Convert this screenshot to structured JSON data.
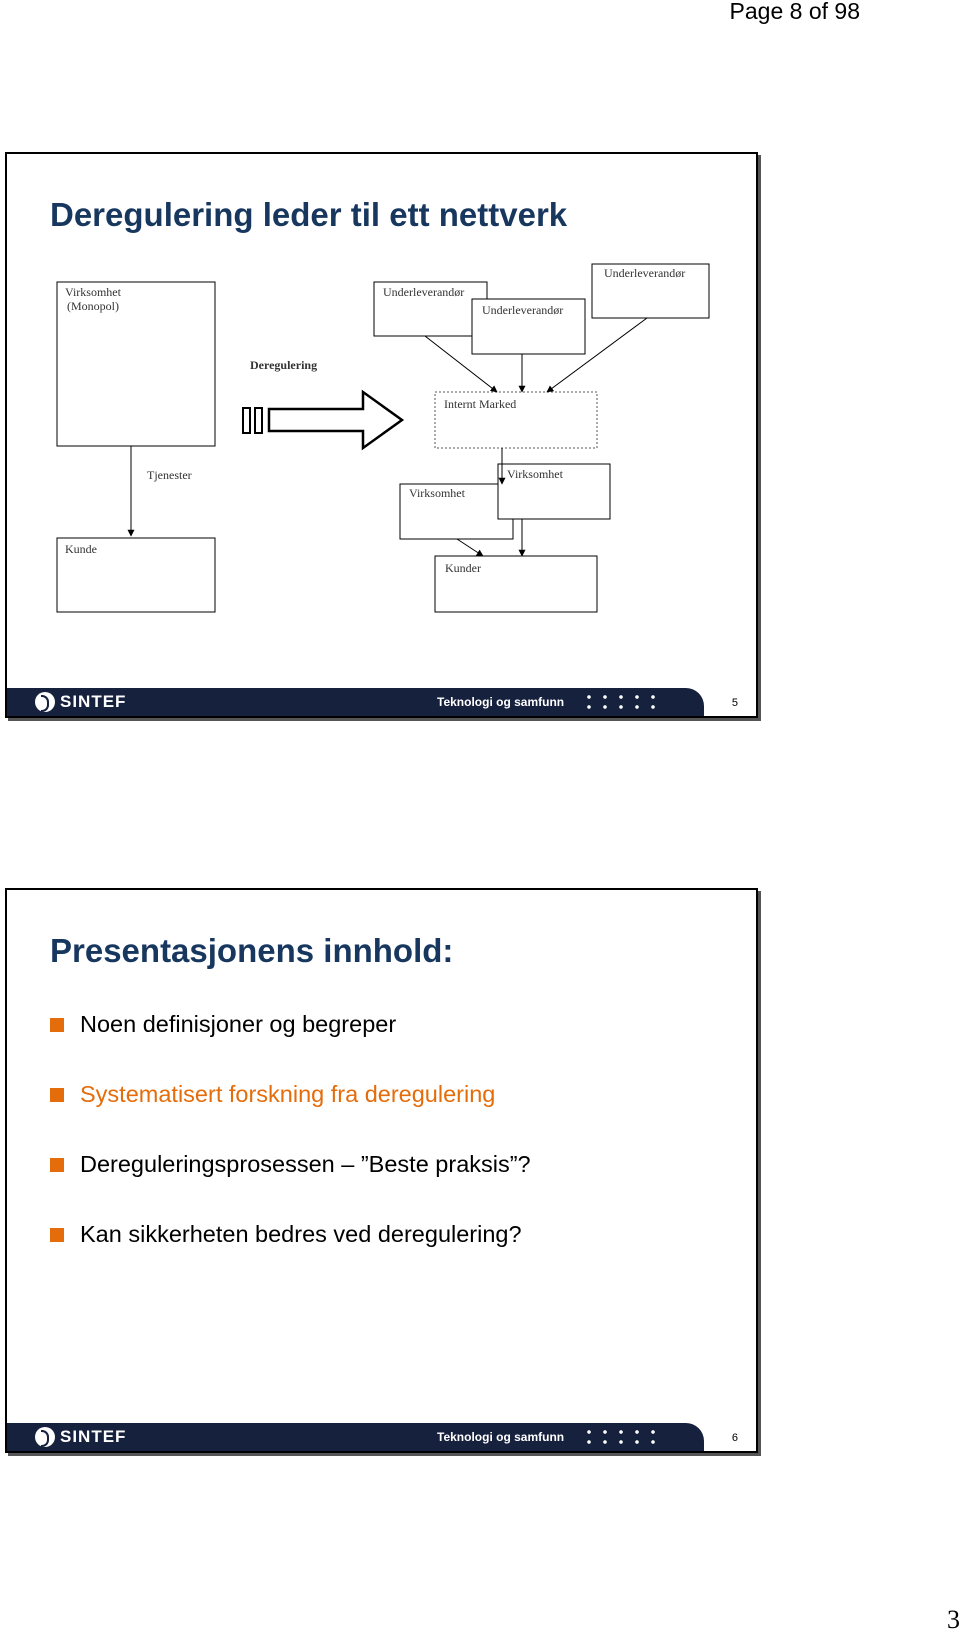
{
  "header": {
    "page_label": "Page 8 of 98"
  },
  "slide1": {
    "title": "Deregulering leder til ett nettverk",
    "diagram": {
      "monopol": "Virksomhet\n(Monopol)",
      "sub1": "Underleverandør",
      "sub2": "Underleverandør",
      "sub3": "Underleverandør",
      "deregulering": "Deregulering",
      "internt_marked": "Internt Marked",
      "tjenester": "Tjenester",
      "virksomhet_a": "Virksomhet",
      "virksomhet_b": "Virksomhet",
      "kunde": "Kunde",
      "kunder": "Kunder"
    },
    "footer": {
      "logo": "SINTEF",
      "tagline": "Teknologi og samfunn",
      "page": "5"
    }
  },
  "slide2": {
    "title": "Presentasjonens innhold:",
    "bullets": [
      "Noen definisjoner og begreper",
      "Systematisert forskning fra deregulering",
      "Dereguleringsprosessen – ”Beste praksis”?",
      "Kan sikkerheten bedres ved deregulering?"
    ],
    "footer": {
      "logo": "SINTEF",
      "tagline": "Teknologi og samfunn",
      "page": "6"
    }
  },
  "corner_number": "3",
  "colors": {
    "title": "#17375e",
    "accent": "#e46c0a",
    "footer": "#16213e"
  }
}
